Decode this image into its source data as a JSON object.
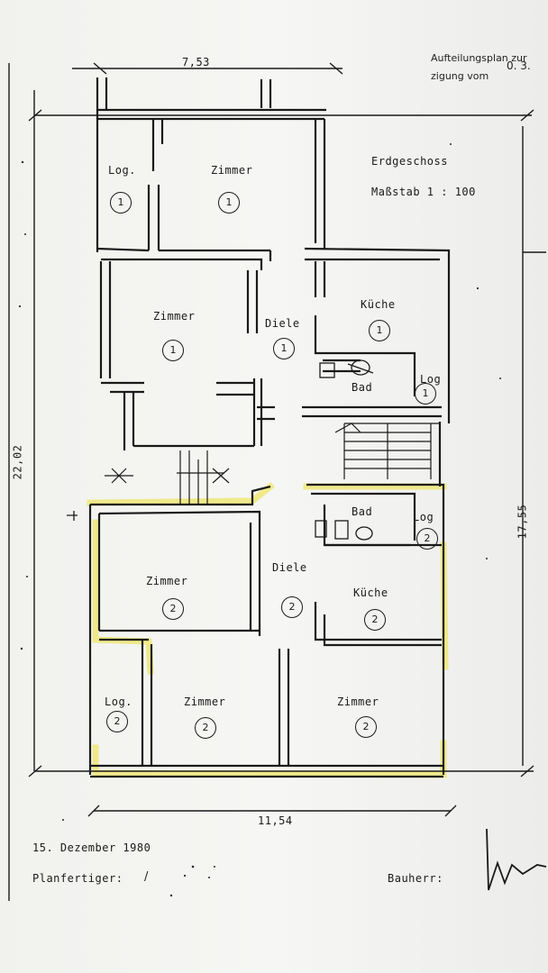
{
  "header": {
    "plan_title_line1": "Aufteilungsplan zur",
    "plan_title_line2": "zigung vom",
    "handwritten_number": "0. 3."
  },
  "floor": {
    "name": "Erdgeschoss",
    "scale": "Maßstab 1 : 100"
  },
  "dimensions": {
    "top_width": "7,53",
    "bottom_width": "11,54",
    "left_height": "22,02",
    "right_height": "17,55"
  },
  "rooms": [
    {
      "label": "Log.",
      "unit": "1"
    },
    {
      "label": "Zimmer",
      "unit": "1"
    },
    {
      "label": "Zimmer",
      "unit": "1"
    },
    {
      "label": "Diele",
      "unit": "1"
    },
    {
      "label": "Küche",
      "unit": "1"
    },
    {
      "label": "Bad",
      "unit": ""
    },
    {
      "label": "Log",
      "unit": "1"
    },
    {
      "label": "Bad",
      "unit": ""
    },
    {
      "label": "Log",
      "unit": "2"
    },
    {
      "label": "Zimmer",
      "unit": "2"
    },
    {
      "label": "Diele",
      "unit": "2"
    },
    {
      "label": "Küche",
      "unit": "2"
    },
    {
      "label": "Log.",
      "unit": "2"
    },
    {
      "label": "Zimmer",
      "unit": "2"
    },
    {
      "label": "Zimmer",
      "unit": "2"
    }
  ],
  "footer": {
    "date": "15. Dezember 1980",
    "planfertiger_label": "Planfertiger:",
    "planfertiger_mark": "/",
    "bauherr_label": "Bauherr:"
  },
  "colors": {
    "highlight": "#efe98a",
    "ink": "#1a1a1a",
    "paper": "#f3f3f1"
  }
}
